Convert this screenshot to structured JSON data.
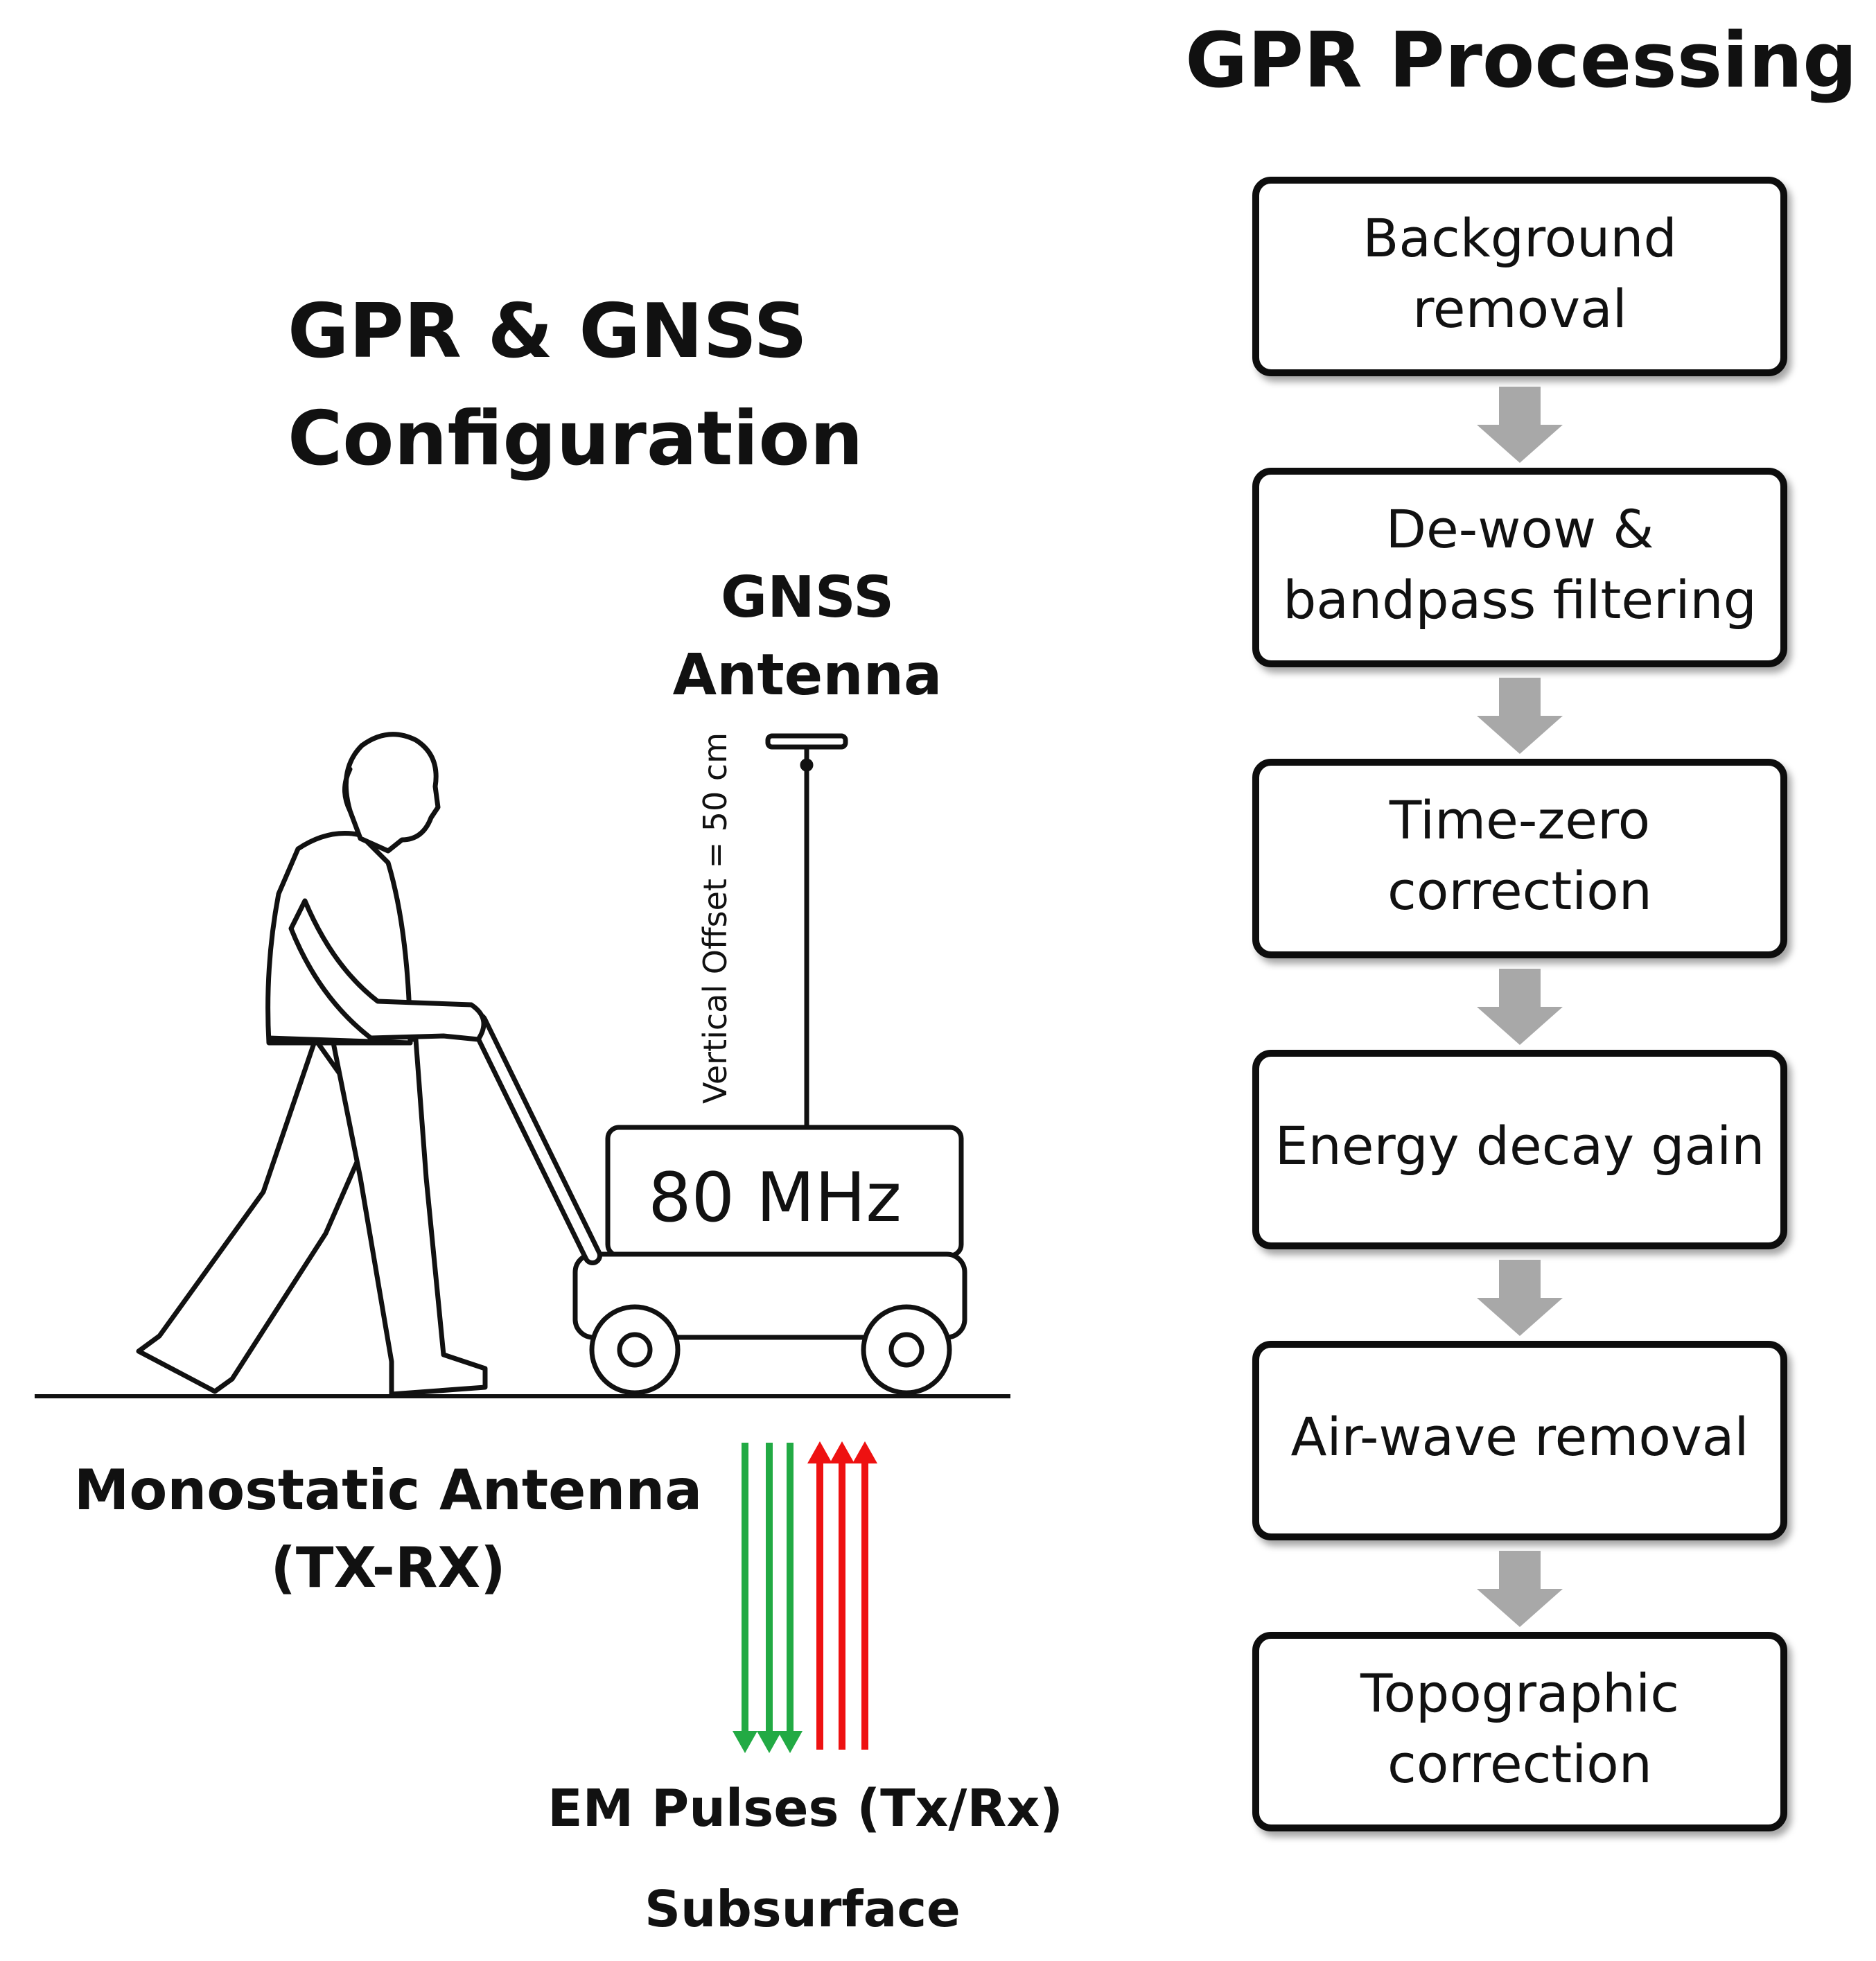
{
  "config": {
    "title_line1": "GPR & GNSS",
    "title_line2": "Configuration",
    "gnss_line1": "GNSS",
    "gnss_line2": "Antenna",
    "offset_label": "Vertical Offset = 50 cm",
    "frequency": "80 MHz",
    "antenna_line1": "Monostatic Antenna",
    "antenna_line2": "(TX-RX)",
    "pulses_label": "EM Pulses (Tx/Rx)",
    "subsurface_label": "Subsurface"
  },
  "processing": {
    "title": "GPR Processing",
    "steps": [
      {
        "line1": "Background",
        "line2": "removal"
      },
      {
        "line1": "De-wow &",
        "line2": "bandpass filtering"
      },
      {
        "line1": "Time-zero",
        "line2": "correction"
      },
      {
        "line1": "Energy decay gain",
        "line2": ""
      },
      {
        "line1": "Air-wave removal",
        "line2": ""
      },
      {
        "line1": "Topographic",
        "line2": "correction"
      }
    ]
  },
  "colors": {
    "transmit": "#22aa44",
    "receive": "#ee1111",
    "flow_arrow": "#a8a8a8",
    "outline": "#111111"
  }
}
